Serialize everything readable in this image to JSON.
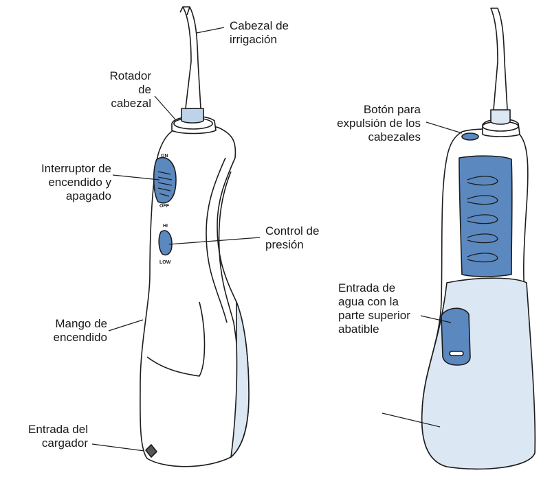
{
  "colors": {
    "outline": "#1c1c1c",
    "accent_blue": "#5b88bf",
    "light_blue": "#dbe7f3",
    "body_fill": "#ffffff"
  },
  "labels": {
    "cabezal_irrigacion": [
      "Cabezal de",
      "irrigación"
    ],
    "rotador_cabezal": [
      "Rotador",
      "de",
      "cabezal"
    ],
    "interruptor": [
      "Interruptor de",
      "encendido y",
      "apagado"
    ],
    "control_presion": [
      "Control de",
      "presión"
    ],
    "mango": [
      "Mango de",
      "encendido"
    ],
    "entrada_cargador": [
      "Entrada del",
      "cargador"
    ],
    "boton_expulsion": [
      "Botón para",
      "expulsión de los",
      "cabezales"
    ],
    "entrada_agua": [
      "Entrada de",
      "agua con la",
      "parte superior",
      "abatible"
    ]
  },
  "switch_text": {
    "on": "ON",
    "off": "OFF",
    "hi": "HI",
    "low": "LOW"
  }
}
